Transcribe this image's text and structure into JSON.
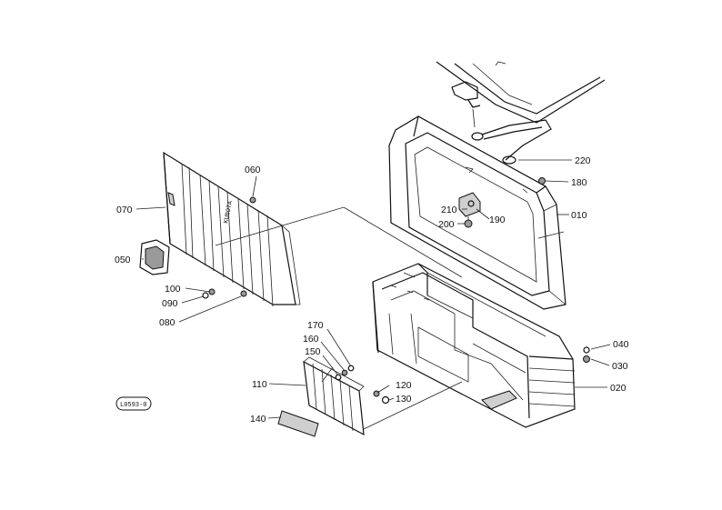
{
  "diagram": {
    "callouts": [
      {
        "id": "c010",
        "text": "010"
      },
      {
        "id": "c020",
        "text": "020"
      },
      {
        "id": "c030",
        "text": "030"
      },
      {
        "id": "c040",
        "text": "040"
      },
      {
        "id": "c050",
        "text": "050"
      },
      {
        "id": "c060",
        "text": "060"
      },
      {
        "id": "c070",
        "text": "070"
      },
      {
        "id": "c080",
        "text": "080"
      },
      {
        "id": "c090",
        "text": "090"
      },
      {
        "id": "c100",
        "text": "100"
      },
      {
        "id": "c110",
        "text": "110"
      },
      {
        "id": "c120",
        "text": "120"
      },
      {
        "id": "c130",
        "text": "130"
      },
      {
        "id": "c140",
        "text": "140"
      },
      {
        "id": "c150",
        "text": "150"
      },
      {
        "id": "c160",
        "text": "160"
      },
      {
        "id": "c170",
        "text": "170"
      },
      {
        "id": "c180",
        "text": "180"
      },
      {
        "id": "c190",
        "text": "190"
      },
      {
        "id": "c200",
        "text": "200"
      },
      {
        "id": "c210",
        "text": "210"
      },
      {
        "id": "c220",
        "text": "220"
      }
    ],
    "drawing_code": "L0593-0",
    "grille_logo": "KUBOTA"
  }
}
